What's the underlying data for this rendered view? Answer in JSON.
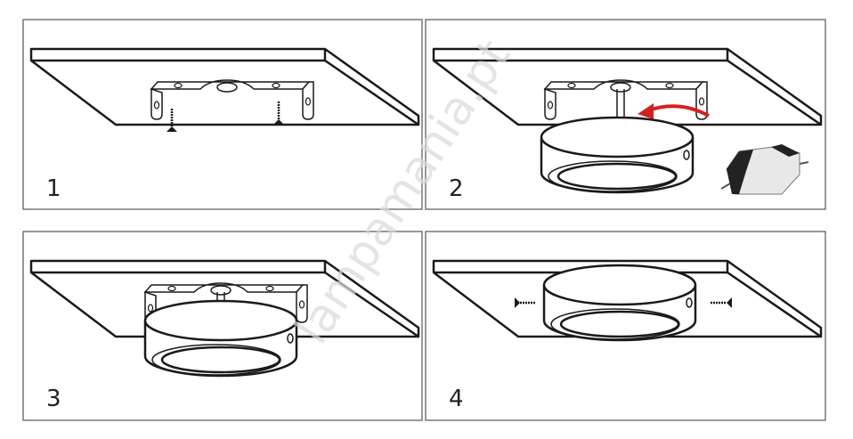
{
  "steps": [
    {
      "number": "1"
    },
    {
      "number": "2"
    },
    {
      "number": "3"
    },
    {
      "number": "4"
    }
  ],
  "watermark": "lampamania.pt",
  "colors": {
    "line": "#1a1a1a",
    "arrow": "#d42020",
    "frame": "#555555"
  }
}
